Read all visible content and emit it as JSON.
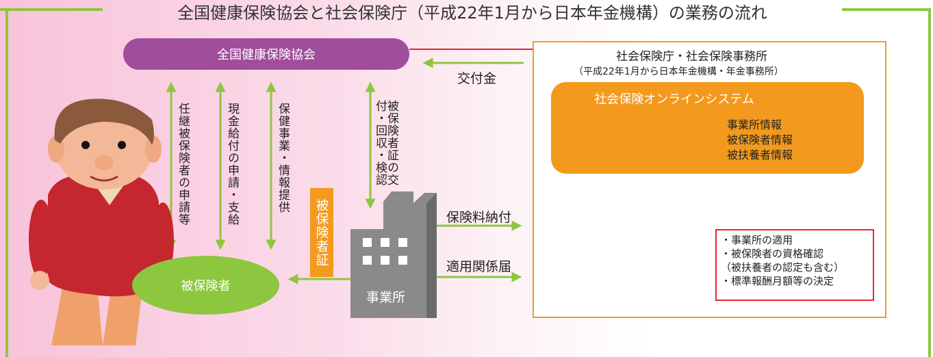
{
  "title": "全国健康保険協会と社会保険庁（平成22年1月から日本年金機構）の業務の流れ",
  "association": {
    "label": "全国健康保険協会"
  },
  "grant": {
    "label": "交付金"
  },
  "vertical_flows": [
    {
      "id": "voluntary",
      "text": "任継被保険者の申請等"
    },
    {
      "id": "cash",
      "text": "現金給付の申請・支給"
    },
    {
      "id": "health",
      "text": "保健事業・情報提供"
    },
    {
      "id": "card-issue",
      "text": "被保険者証の交付・回収・検認"
    }
  ],
  "insured_card": {
    "label": "被保険者証"
  },
  "office": {
    "label": "事業所"
  },
  "insured": {
    "label": "被保険者"
  },
  "premium": {
    "label": "保険料納付"
  },
  "notification": {
    "label": "適用関係届"
  },
  "agency": {
    "title": "社会保険庁・社会保険事務所",
    "subtitle": "（平成22年1月から日本年金機構・年金事務所）",
    "system": "社会保険オンラインシステム",
    "info": [
      "事業所情報",
      "被保険者情報",
      "被扶養者情報"
    ],
    "tasks": [
      "・事業所の適用",
      "・被保険者の資格確認",
      "（被扶養者の認定も含む）",
      "・標準報酬月額等の決定"
    ]
  },
  "colors": {
    "green": "#8dc63f",
    "purple": "#a04d9c",
    "orange": "#f39a1e",
    "red": "#e8242a"
  }
}
